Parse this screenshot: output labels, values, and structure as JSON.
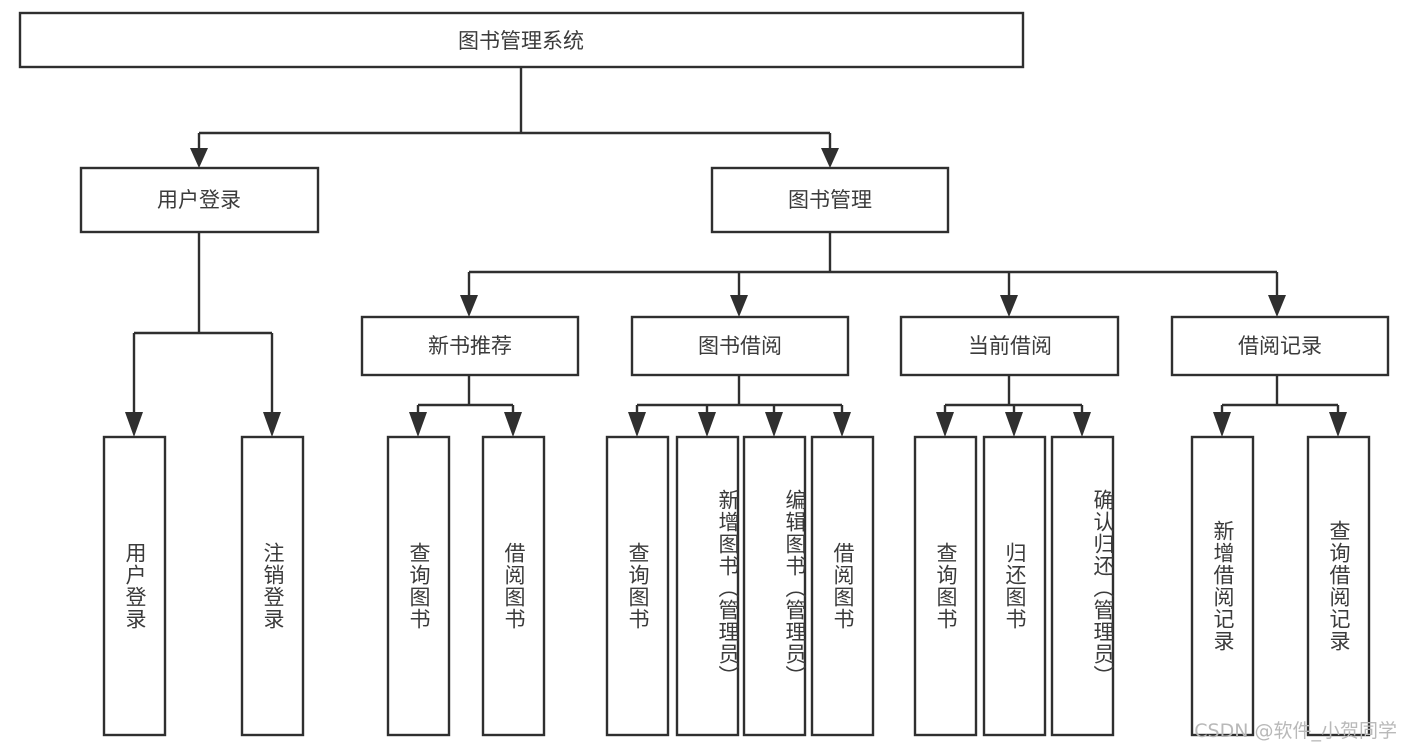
{
  "diagram": {
    "type": "hierarchy-tree",
    "title": "图书管理系统",
    "root": {
      "label": "图书管理系统",
      "level": 0
    },
    "level1": [
      {
        "label": "用户登录"
      },
      {
        "label": "图书管理"
      }
    ],
    "level2": [
      {
        "label": "新书推荐",
        "parent": "图书管理"
      },
      {
        "label": "图书借阅",
        "parent": "图书管理"
      },
      {
        "label": "当前借阅",
        "parent": "图书管理"
      },
      {
        "label": "借阅记录",
        "parent": "图书管理"
      }
    ],
    "leaves": {
      "user_login": [
        {
          "label": "用户登录"
        },
        {
          "label": "注销登录"
        }
      ],
      "new_book_recommend": [
        {
          "label": "查询图书"
        },
        {
          "label": "借阅图书"
        }
      ],
      "book_borrow": [
        {
          "label": "查询图书"
        },
        {
          "label": "新增图书（管理员）"
        },
        {
          "label": "编辑图书（管理员）"
        },
        {
          "label": "借阅图书"
        }
      ],
      "current_borrow": [
        {
          "label": "查询图书"
        },
        {
          "label": "归还图书"
        },
        {
          "label": "确认归还（管理员）"
        }
      ],
      "borrow_record": [
        {
          "label": "新增借阅记录"
        },
        {
          "label": "查询借阅记录"
        }
      ]
    }
  },
  "colors": {
    "box_stroke": "#2f2f2f",
    "box_fill": "#ffffff",
    "text": "#3b3b3b",
    "background": "#ffffff",
    "watermark": "#b9b9b9"
  },
  "watermark": {
    "text": "CSDN @软件_小贺同学"
  }
}
